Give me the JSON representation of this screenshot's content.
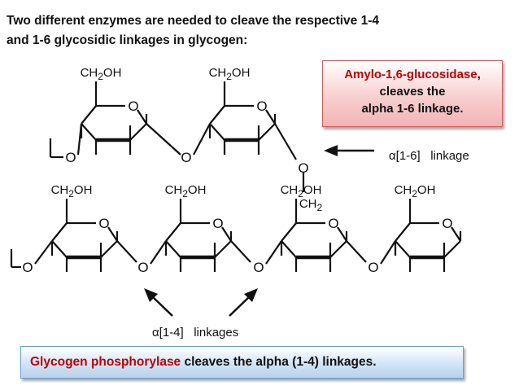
{
  "heading": {
    "line1": "Two different enzymes are needed to cleave the respective 1-4",
    "line2": "and 1-6 glycosidic linkages in glycogen:"
  },
  "callout_top": {
    "enzyme": "Amylo-1,6-glucosidase",
    "comma": ",",
    "line2": "cleaves the",
    "line3": "alpha 1-6 linkage."
  },
  "callout_bottom": {
    "enzyme": "Glycogen phosphorylase",
    "rest": " cleaves the alpha (1-4) linkages."
  },
  "structure": {
    "ch2oh": "CH2OH",
    "ch2": "CH2",
    "ring_o": "O",
    "bridge_o": "O",
    "label_16": "α[1-6]   linkage",
    "label_14": "α[1-4]   linkages"
  },
  "colors": {
    "enzyme_text": "#c00000",
    "top_box_border": "#d75a5a",
    "bottom_box_border": "#6aa0d6"
  }
}
